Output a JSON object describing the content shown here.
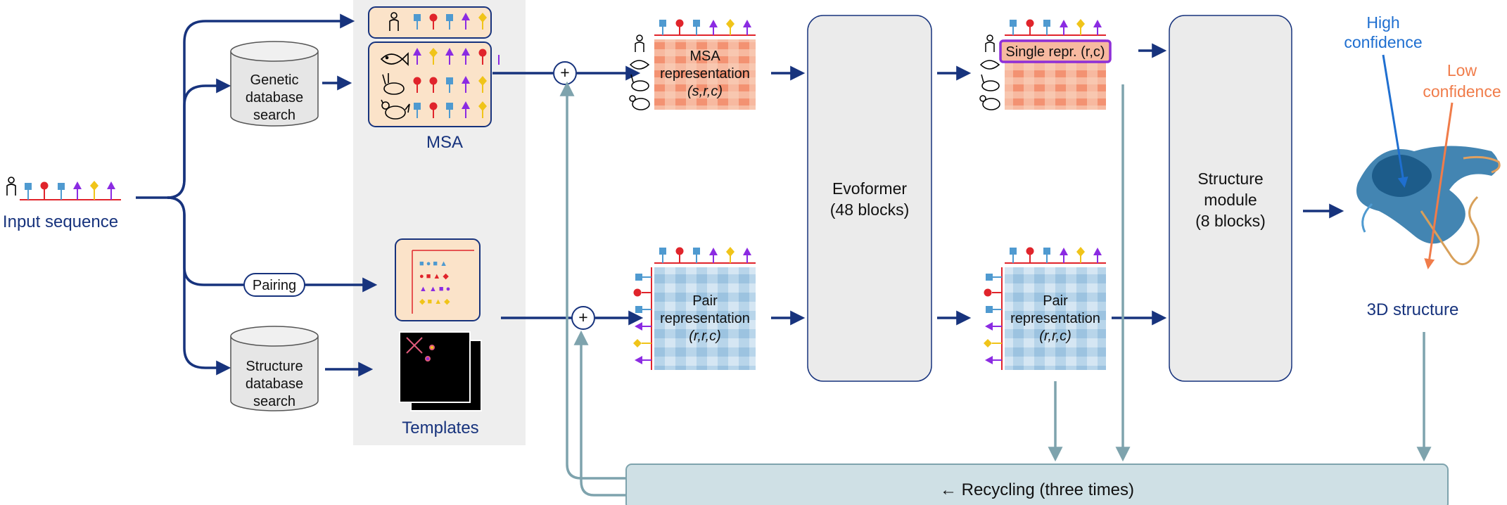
{
  "labels": {
    "input_sequence": "Input sequence",
    "genetic_search": [
      "Genetic",
      "database",
      "search"
    ],
    "structure_search": [
      "Structure",
      "database",
      "search"
    ],
    "pairing": "Pairing",
    "msa": "MSA",
    "templates": "Templates",
    "msa_repr": [
      "MSA",
      "representation",
      "(s,r,c)"
    ],
    "pair_repr": [
      "Pair",
      "representation",
      "(r,r,c)"
    ],
    "single_repr": "Single repr. (r,c)",
    "evoformer": [
      "Evoformer",
      "(48 blocks)"
    ],
    "structure_module": [
      "Structure",
      "module",
      "(8 blocks)"
    ],
    "structure_3d": "3D structure",
    "high_confidence": [
      "High",
      "confidence"
    ],
    "low_confidence": [
      "Low",
      "confidence"
    ],
    "recycling": "← Recycling (three times)",
    "plus": "+"
  },
  "colors": {
    "arrow_dark": "#17337d",
    "arrow_light": "#7ea3ad",
    "square_blue": "#4f9ad0",
    "circle_red": "#e0242b",
    "arrow_purple": "#8b2be2",
    "diamond_yellow": "#f0c419",
    "msa_bg": "#fbe3c9",
    "block_fill": "#ebebeb",
    "recycle_fill": "#cfe0e5",
    "single_outline": "#8e2fd8"
  },
  "icons": [
    "human-icon",
    "fish-icon",
    "rabbit-icon",
    "chicken-icon",
    "protein-structure-icon"
  ]
}
